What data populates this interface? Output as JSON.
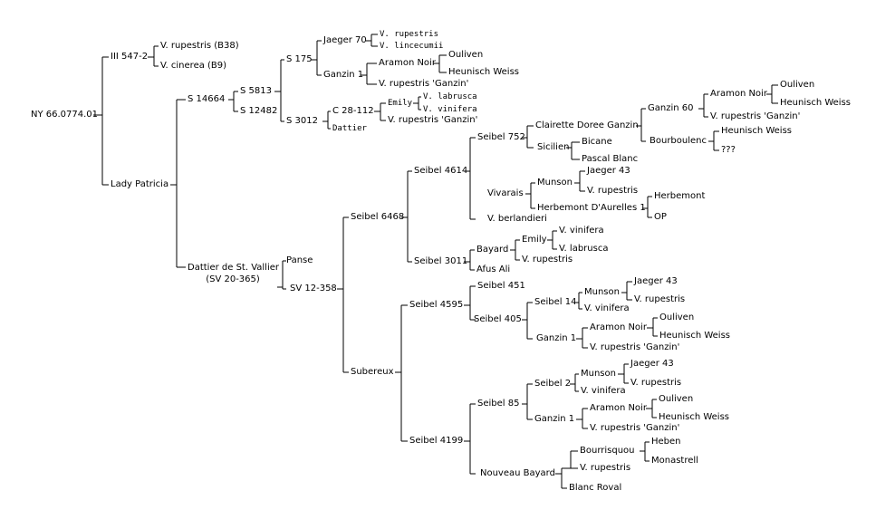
{
  "tree": {
    "root": "NY 66.0774.01",
    "iii_547_2": "III 547-2",
    "v_rupestris_b38": "V. rupestris (B38)",
    "v_cinerea_b9": "V. cinerea (B9)",
    "lady_patricia": "Lady Patricia",
    "s_14664": "S 14664",
    "s_5813": "S 5813",
    "s_175": "S 175",
    "jaeger_70": "Jaeger 70",
    "v_rupestris_jaeger70": "V. rupestris",
    "v_lincecumii": "V. lincecumii",
    "ganzin_1_s175": "Ganzin 1",
    "aramon_noir_s175": "Aramon Noir",
    "ouliven_s175": "Ouliven",
    "heunisch_weiss_s175": "Heunisch Weiss",
    "v_rupestris_ganzin_s175": "V. rupestris 'Ganzin'",
    "s_12482": "S 12482",
    "s_3012": "S 3012",
    "c_28_112": "C 28-112",
    "emily_c28": "Emily",
    "v_labrusca_c28": "V. labrusca",
    "v_vinifera_c28": "V. vinifera",
    "v_rupestris_ganzin_c28": "V. rupestris 'Ganzin'",
    "dattier": "Dattier",
    "dattier_de_st_vallier": "Dattier de St. Vallier",
    "sv_20_365": "(SV 20-365)",
    "panse": "Panse",
    "sv_12_358": "SV 12-358",
    "seibel_6468": "Seibel 6468",
    "seibel_4614": "Seibel 4614",
    "seibel_752": "Seibel 752",
    "clairette_doree_ganzin": "Clairette Doree Ganzin",
    "ganzin_60": "Ganzin 60",
    "aramon_noir_g60": "Aramon Noir",
    "ouliven_g60": "Ouliven",
    "heunisch_weiss_g60": "Heunisch Weiss",
    "v_rupestris_ganzin_g60": "V. rupestris 'Ganzin'",
    "bourboulenc": "Bourboulenc",
    "heunisch_weiss_bourb": "Heunisch Weiss",
    "unknown_bourb": "???",
    "sicilien": "Sicilien",
    "bicane": "Bicane",
    "pascal_blanc": "Pascal Blanc",
    "vivarais": "Vivarais",
    "munson_viv": "Munson",
    "jaeger_43_viv": "Jaeger 43",
    "v_rupestris_viv": "V. rupestris",
    "herbemont_daurelles_1": "Herbemont D'Aurelles 1",
    "herbemont": "Herbemont",
    "op": "OP",
    "v_berlandieri": "V. berlandieri",
    "seibel_3011": "Seibel 3011",
    "bayard": "Bayard",
    "emily_bayard": "Emily",
    "v_vinifera_bayard": "V. vinifera",
    "v_labrusca_bayard": "V. labrusca",
    "v_rupestris_bayard": "V. rupestris",
    "afus_ali": "Afus Ali",
    "subereux": "Subereux",
    "seibel_4595": "Seibel 4595",
    "seibel_451": "Seibel 451",
    "seibel_405": "Seibel 405",
    "seibel_14": "Seibel 14",
    "munson_s14": "Munson",
    "jaeger_43_s14": "Jaeger 43",
    "v_rupestris_s14": "V. rupestris",
    "v_vinifera_s14": "V. vinifera",
    "ganzin_1_s405": "Ganzin 1",
    "aramon_noir_s405": "Aramon Noir",
    "ouliven_s405": "Ouliven",
    "heunisch_weiss_s405": "Heunisch Weiss",
    "v_rupestris_ganzin_s405": "V. rupestris 'Ganzin'",
    "seibel_4199": "Seibel 4199",
    "seibel_85": "Seibel 85",
    "seibel_2": "Seibel 2",
    "munson_s2": "Munson",
    "jaeger_43_s2": "Jaeger 43",
    "v_rupestris_s2": "V. rupestris",
    "v_vinifera_s2": "V. vinifera",
    "ganzin_1_s85": "Ganzin 1",
    "aramon_noir_s85": "Aramon Noir",
    "ouliven_s85": "Ouliven",
    "heunisch_weiss_s85": "Heunisch Weiss",
    "v_rupestris_ganzin_s85": "V. rupestris 'Ganzin'",
    "nouveau_bayard": "Nouveau Bayard",
    "bourrisquou": "Bourrisquou",
    "heben": "Heben",
    "monastrell": "Monastrell",
    "v_rupestris_nb": "V. rupestris",
    "blanc_roval": "Blanc Roval"
  }
}
